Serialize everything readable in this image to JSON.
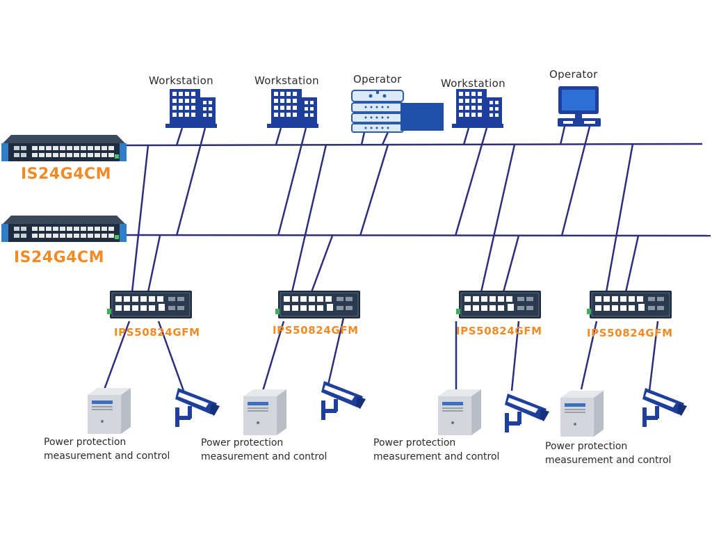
{
  "labels": {
    "workstation_1": "Workstation",
    "workstation_2": "Workstation",
    "operator_server": "Operator",
    "workstation_3": "Workstation",
    "operator_pc": "Operator"
  },
  "core_switches": [
    {
      "model": "IS24G4CM"
    },
    {
      "model": "IS24G4CM"
    }
  ],
  "edge_switches": [
    {
      "model": "IPS50824GFM"
    },
    {
      "model": "IPS50824GFM"
    },
    {
      "model": "IPS50824GFM"
    },
    {
      "model": "IPS50824GFM"
    }
  ],
  "end_devices": [
    {
      "label_line1": "Power protection",
      "label_line2": "measurement and control"
    },
    {
      "label_line1": "Power protection",
      "label_line2": "measurement and control"
    },
    {
      "label_line1": "Power protection",
      "label_line2": "measurement and control"
    },
    {
      "label_line1": "Power protection",
      "label_line2": "measurement and control"
    }
  ],
  "colors": {
    "link": "#2b2f7a",
    "icon_blue": "#1f3f9c",
    "switch_body": "#253447",
    "model_text": "#f08a24"
  }
}
